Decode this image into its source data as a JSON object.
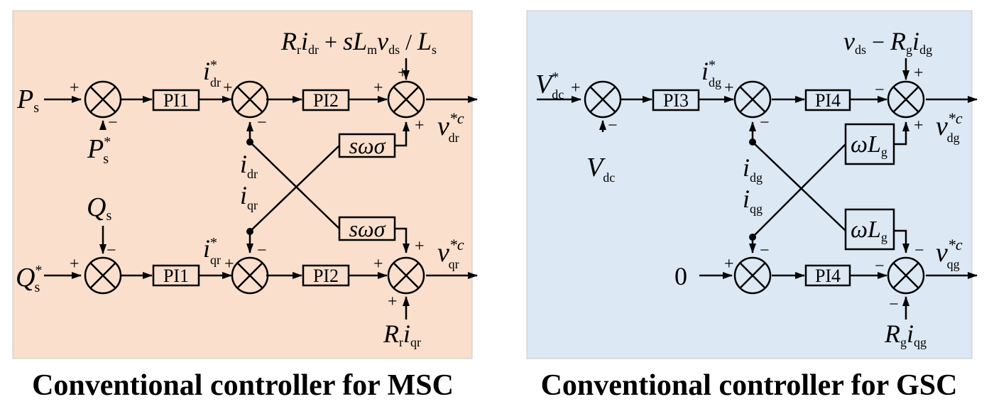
{
  "colors": {
    "msc_panel_fill": "#f9dfcc",
    "gsc_panel_fill": "#dce8f4",
    "panel_border": "#c8c8c8",
    "line": "#000000"
  },
  "msc": {
    "caption": "Conventional controller for MSC",
    "blocks": {
      "pi1": "PI1",
      "pi2": "PI2",
      "cross": "sωσ"
    },
    "signs": {
      "plus": "+",
      "minus": "−"
    },
    "labels": {
      "ps": {
        "base": "P",
        "sub": "s"
      },
      "ps_star": {
        "base": "P",
        "sub": "s",
        "sup": "*"
      },
      "qs": {
        "base": "Q",
        "sub": "s"
      },
      "qs_star": {
        "base": "Q",
        "sub": "s",
        "sup": "*"
      },
      "idr_star": {
        "base": "i",
        "sub": "dr",
        "sup": "*"
      },
      "iqr_star": {
        "base": "i",
        "sub": "qr",
        "sup": "*"
      },
      "idr": {
        "base": "i",
        "sub": "dr"
      },
      "iqr": {
        "base": "i",
        "sub": "qr"
      },
      "vdr": {
        "base": "v",
        "sub": "dr",
        "sup": "*c"
      },
      "vqr": {
        "base": "v",
        "sub": "qr",
        "sup": "*c"
      },
      "ff_top": {
        "R": "R",
        "r": "r",
        "i": "i",
        "dr": "dr",
        "plus": " + ",
        "s": "s",
        "L": "L",
        "m": "m",
        "v": "v",
        "ds": "ds",
        "slash": " / ",
        "L2": "L",
        "s2": "s"
      },
      "ff_bottom": {
        "R": "R",
        "r": "r",
        "i": "i",
        "qr": "qr"
      }
    }
  },
  "gsc": {
    "caption": "Conventional controller for GSC",
    "blocks": {
      "pi3": "PI3",
      "pi4": "PI4",
      "cross": "ωL",
      "cross_sub": "g"
    },
    "zero": "0",
    "labels": {
      "vdc_star": {
        "base": "V",
        "sub": "dc",
        "sup": "*"
      },
      "vdc": {
        "base": "V",
        "sub": "dc"
      },
      "idg_star": {
        "base": "i",
        "sub": "dg",
        "sup": "*"
      },
      "idg": {
        "base": "i",
        "sub": "dg"
      },
      "iqg": {
        "base": "i",
        "sub": "qg"
      },
      "vdg": {
        "base": "v",
        "sub": "dg",
        "sup": "*c"
      },
      "vqg": {
        "base": "v",
        "sub": "qg",
        "sup": "*c"
      },
      "ff_top": {
        "v": "v",
        "ds": "ds",
        "minus": " − ",
        "R": "R",
        "g": "g",
        "i": "i",
        "dg": "dg"
      },
      "ff_bottom": {
        "R": "R",
        "g": "g",
        "i": "i",
        "qg": "qg"
      }
    }
  }
}
